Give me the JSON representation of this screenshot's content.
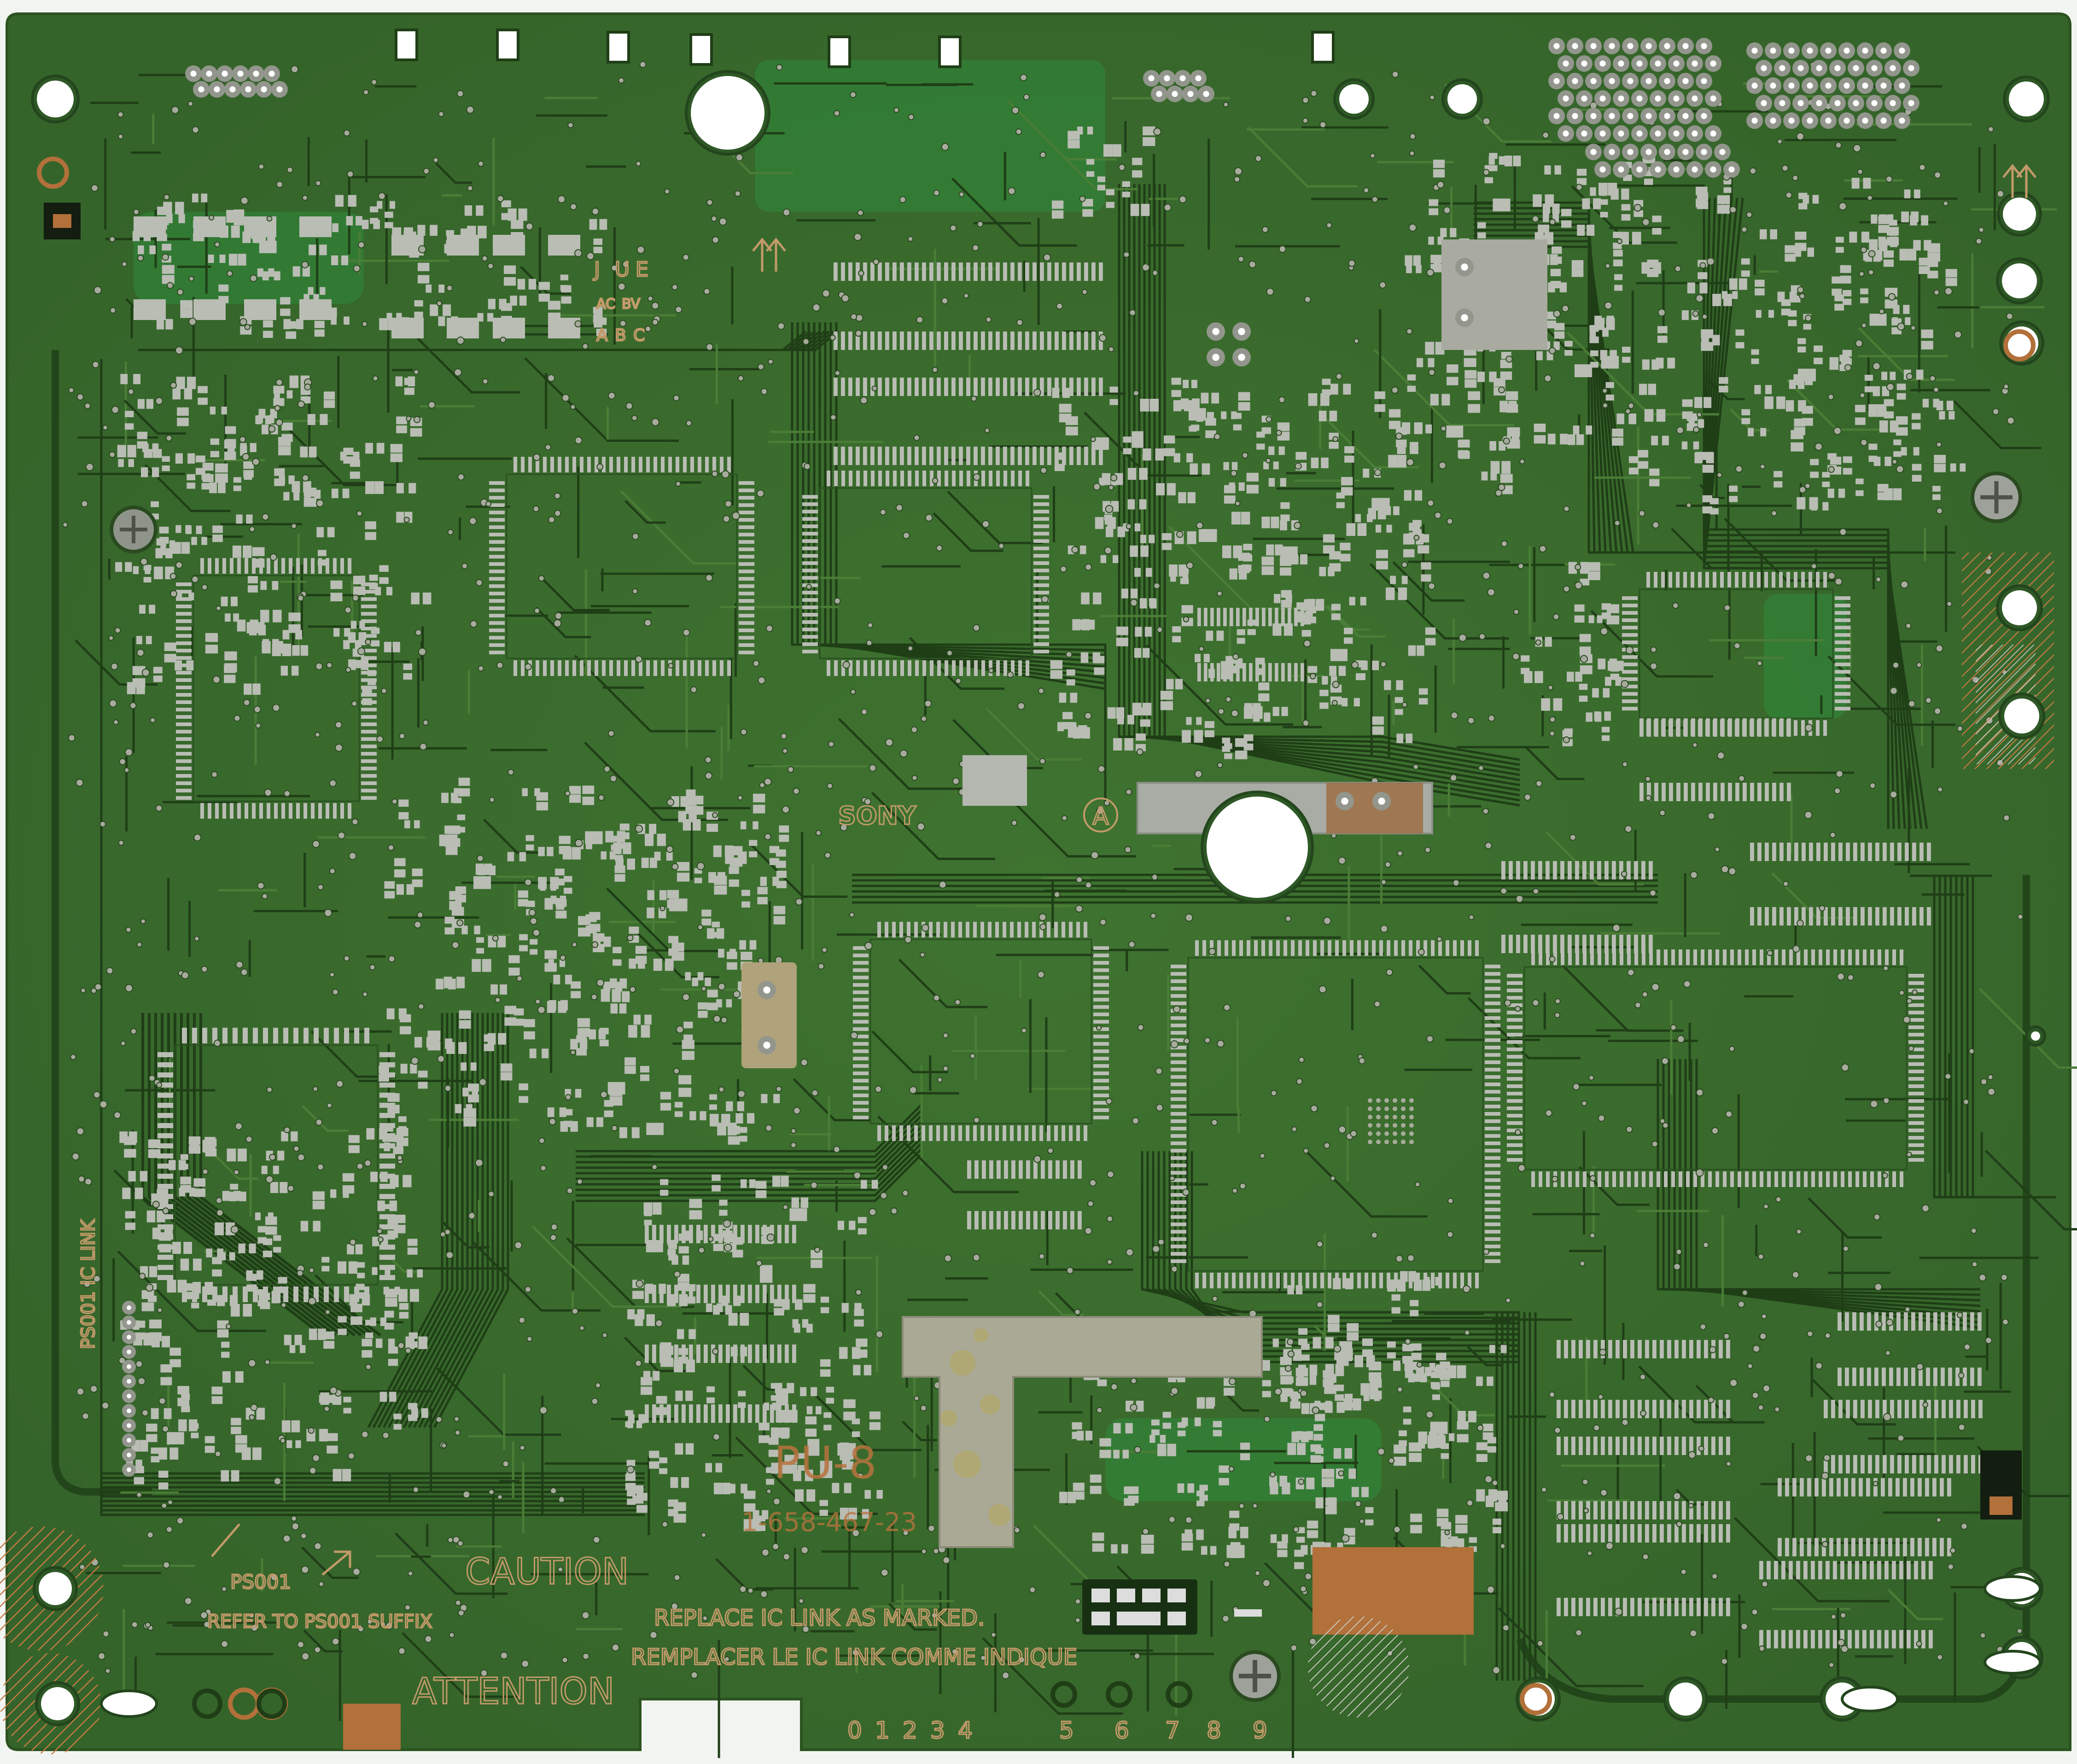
{
  "board": {
    "brand": "SONY",
    "model": "PU-8",
    "part_number": "1-658-467-23",
    "board_letter": "A",
    "markers_top": [
      "J",
      "U",
      "E"
    ],
    "markers_sub": [
      "AC",
      "BV"
    ],
    "markers_row": [
      "A",
      "B",
      "C"
    ],
    "caution_label": "CAUTION",
    "attention_label": "ATTENTION",
    "caution_line_en": "REPLACE IC LINK AS MARKED.",
    "caution_line_fr": "REMPLACER LE IC LINK COMME INDIQUE",
    "left_lower_text": "REFER TO PS001 SUFFIX",
    "ps_label": "PS001",
    "vertical_text_left": "PS001 IC LINK",
    "index_digits": [
      "0",
      "1",
      "2",
      "3",
      "4",
      "5",
      "6",
      "7",
      "8",
      "9"
    ]
  },
  "colors": {
    "solder_mask": "#3b6b2c",
    "solder_mask_dark": "#2a5220",
    "trace": "#4a7d36",
    "trace_dark": "#1f3e16",
    "pad": "#b9bdb4",
    "copper": "#b2703a",
    "silkscreen": "#c39a6a",
    "background": "#f2f4f2"
  }
}
